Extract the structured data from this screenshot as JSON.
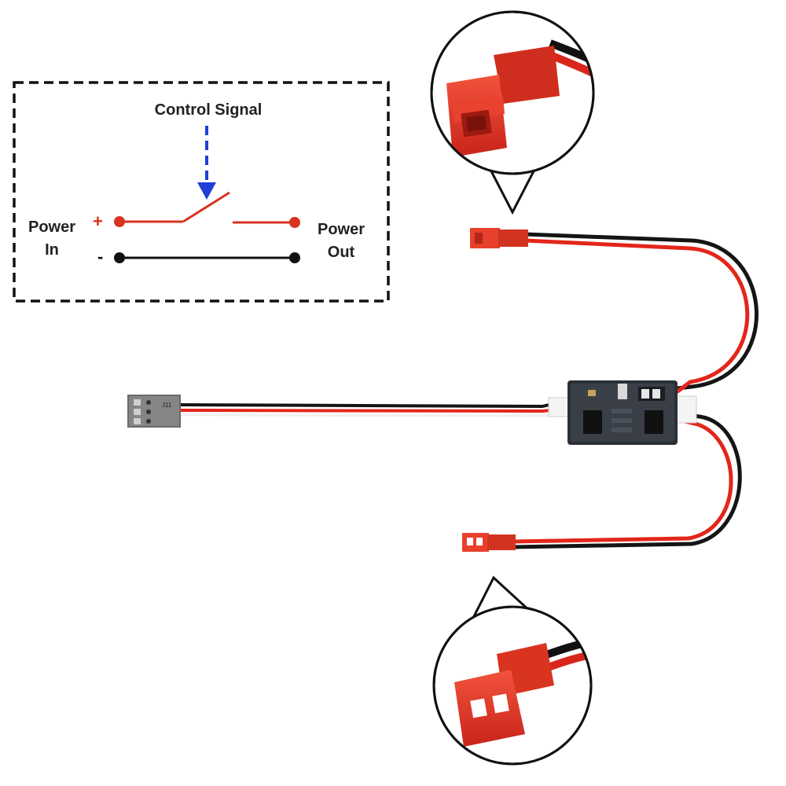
{
  "schematic": {
    "control_signal": "Control Signal",
    "power_in_line1": "Power",
    "power_in_line2": "In",
    "power_out_line1": "Power",
    "power_out_line2": "Out",
    "plus_sign": "+",
    "minus_sign": "-"
  },
  "connector": {
    "servo_plug_label": "J11"
  },
  "colors": {
    "positive": "#d8341f",
    "negative": "#111111",
    "signal_arrow": "#1f3fd6",
    "wire_red": "#e3261b",
    "wire_black": "#151515",
    "connector_red": "#e8402c",
    "pcb": "#2b2f36"
  },
  "icons": [
    "switch-symbol-icon",
    "arrow-down-icon",
    "servo-plug-icon",
    "jst-connector-icon",
    "magnifier-callout-icon"
  ]
}
